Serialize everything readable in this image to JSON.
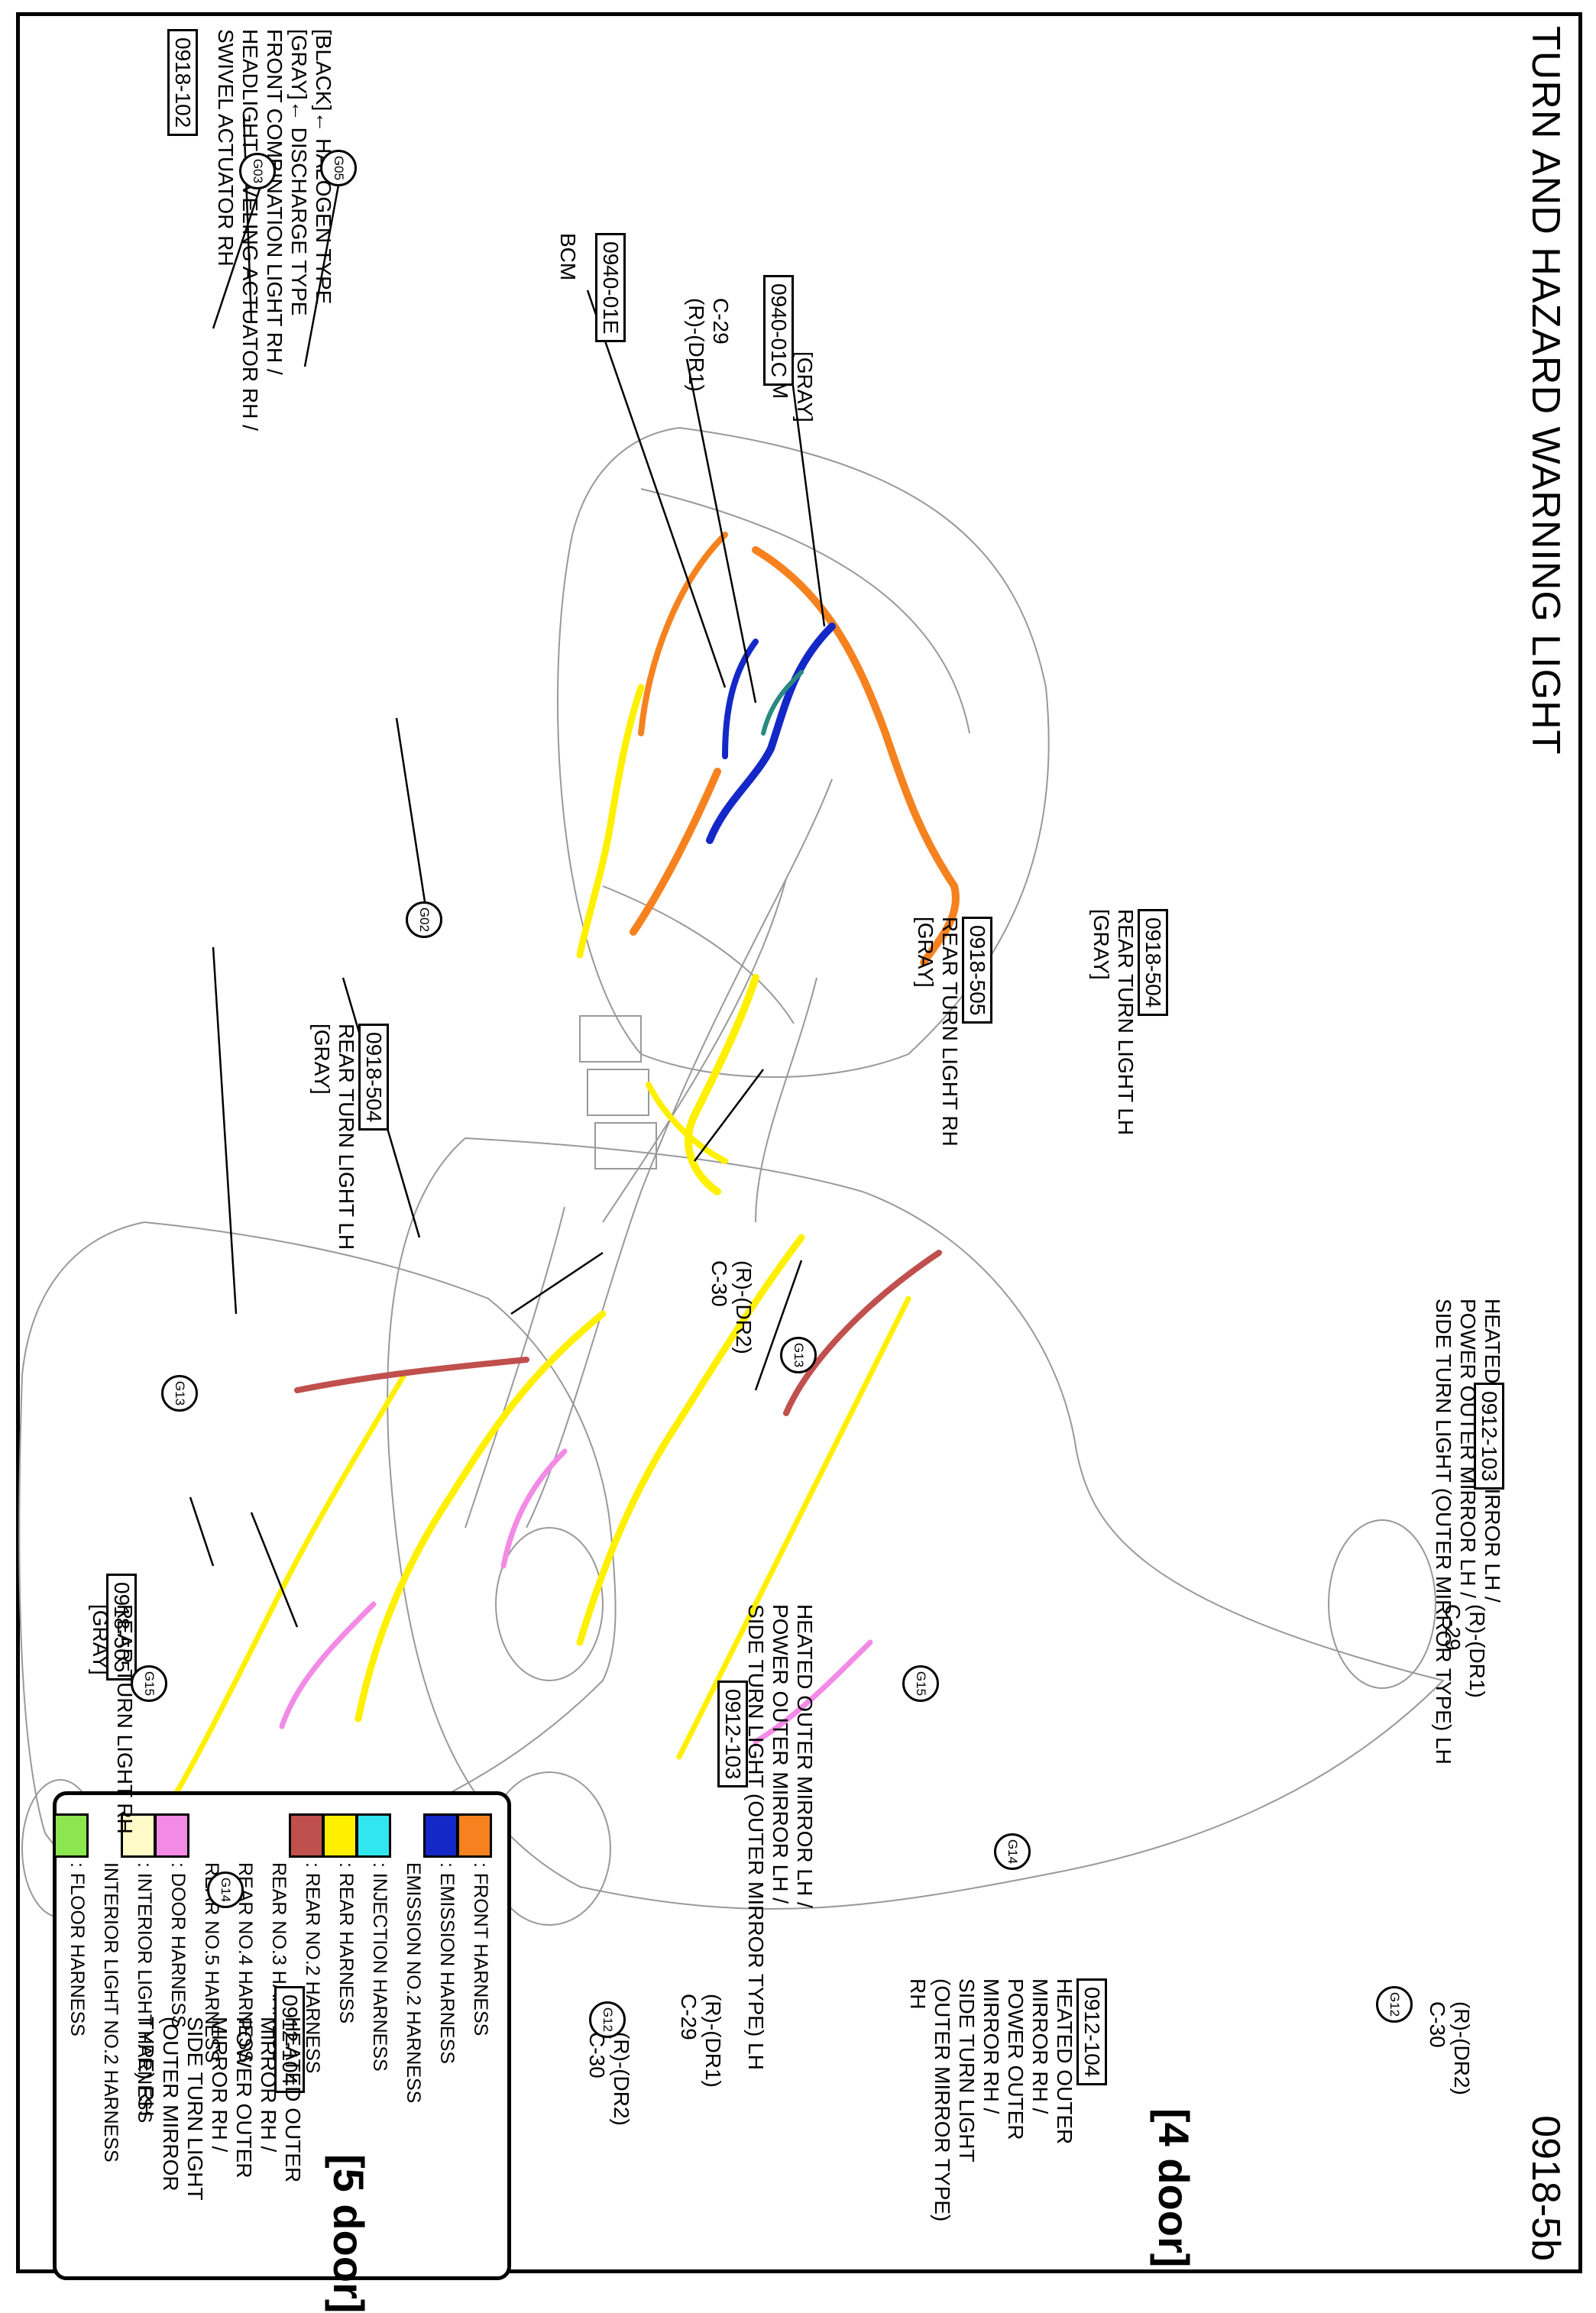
{
  "title": "TURN AND HAZARD WARNING LIGHT",
  "page_number": "0918-5b",
  "legend": [
    {
      "color": "#F5821F",
      "label": ": FRONT HARNESS"
    },
    {
      "color": "#1428C8",
      "label": ": EMISSION HARNESS"
    },
    {
      "color": "#1428C8",
      "label": "  EMISSION NO.2 HARNESS"
    },
    {
      "color": "#32E6F0",
      "label": ": INJECTION HARNESS"
    },
    {
      "color": "#FFF000",
      "label": ": REAR HARNESS"
    },
    {
      "color": "#C0504D",
      "label": ": REAR NO.2 HARNESS"
    },
    {
      "color": "#C0504D",
      "label": "  REAR NO.3 HARNESS"
    },
    {
      "color": "#C0504D",
      "label": "  REAR NO.4 HARNESS"
    },
    {
      "color": "#C0504D",
      "label": "  REAR NO.5 HARNESS"
    },
    {
      "color": "#F28AE6",
      "label": ": DOOR HARNESS"
    },
    {
      "color": "#FFFAC8",
      "label": ": INTERIOR LIGHT HARNESS"
    },
    {
      "color": "#FFFAC8",
      "label": "  INTERIOR LIGHT NO.2 HARNESS"
    },
    {
      "color": "#8CE650",
      "label": ": FLOOR HARNESS"
    }
  ],
  "front": {
    "code": "0918-102",
    "lines": [
      "[BLACK]← HALOGEN TYPE",
      "[GRAY]← DISCHARGE TYPE",
      "FRONT COMBINATION LIGHT RH /",
      "HEADLIGHT LEVELING ACTUATOR RH /",
      "SWIVEL ACTUATOR RH"
    ],
    "grounds": [
      "G03",
      "G05",
      "G02"
    ]
  },
  "bcm": {
    "code_c": "0940-01C",
    "lines_c": [
      "[GRAY]",
      "BCM"
    ],
    "code_e": "0940-01E",
    "lines_e": [
      "BCM"
    ],
    "conn": [
      "C-29",
      "(R)-(DR1)"
    ]
  },
  "rear_mid": {
    "code": "0918-504",
    "lines": [
      "REAR TURN LIGHT LH",
      "[GRAY]"
    ],
    "conn": [
      "(R)-(DR2)",
      "C-30"
    ]
  },
  "door4": {
    "tag": "[4 door]",
    "lh_code": "0918-504",
    "lh_lines": [
      "REAR TURN LIGHT LH",
      "[GRAY]"
    ],
    "rh_code": "0918-505",
    "rh_lines": [
      "REAR TURN LIGHT RH",
      "[GRAY]"
    ],
    "mirror_lh_code": "0912-103",
    "mirror_lh_lines": [
      "HEATED OUTER MIRROR LH /",
      "POWER OUTER MIRROR LH /",
      "SIDE TURN LIGHT (OUTER MIRROR TYPE) LH"
    ],
    "mirror_rh_code": "0912-104",
    "mirror_rh_lines": [
      "HEATED OUTER",
      "MIRROR RH /",
      "POWER OUTER",
      "MIRROR RH /",
      "SIDE TURN LIGHT",
      "(OUTER MIRROR TYPE)",
      "RH"
    ],
    "c29": [
      "(R)-(DR1)",
      "C-29"
    ],
    "c30": [
      "(R)-(DR2)",
      "C-30"
    ],
    "grounds": [
      "G13",
      "G15",
      "G14",
      "G12"
    ]
  },
  "door5": {
    "tag": "[5 door]",
    "rh_code": "0918-505",
    "rh_lines": [
      "REAR TURN LIGHT RH",
      "[GRAY]"
    ],
    "mirror_lh_code": "0912-103",
    "mirror_lh_lines": [
      "HEATED OUTER MIRROR LH /",
      "POWER OUTER MIRROR LH /",
      "SIDE TURN LIGHT (OUTER MIRROR TYPE) LH"
    ],
    "mirror_rh_code": "0912-104",
    "mirror_rh_lines": [
      "HEATED OUTER",
      "MIRROR RH /",
      "POWER OUTER",
      "MIRROR RH /",
      "SIDE TURN LIGHT",
      "(OUTER MIRROR",
      "TYPE) RH"
    ],
    "c29": [
      "(R)-(DR1)",
      "C-29"
    ],
    "c30": [
      "(R)-(DR2)",
      "C-30"
    ],
    "grounds": [
      "G13",
      "G15",
      "G14",
      "G12"
    ]
  }
}
